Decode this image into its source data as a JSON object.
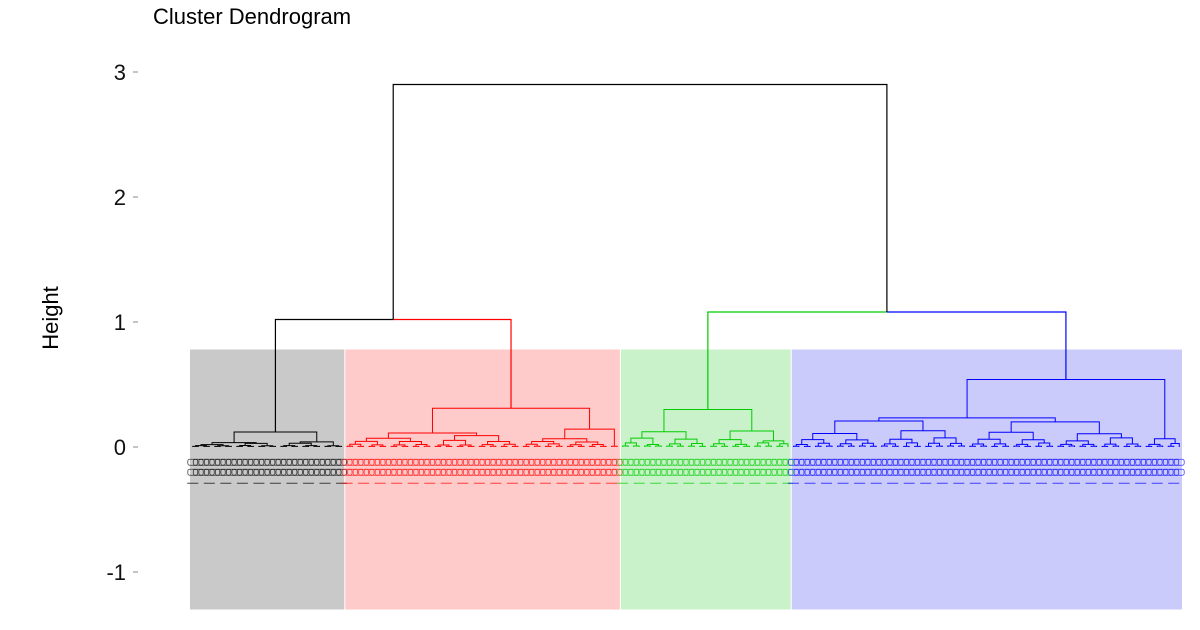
{
  "chart_data": {
    "type": "dendrogram",
    "title": "Cluster Dendrogram",
    "ylabel": "Height",
    "xlabel": "",
    "ylim": [
      -1.3,
      3.2
    ],
    "yticks": [
      3,
      2,
      1,
      0,
      -1
    ],
    "ytick_labels": [
      "3",
      "2",
      "1",
      "0",
      "-1"
    ],
    "grid": false,
    "cluster_box_height": 0.78,
    "clusters": [
      {
        "id": "c1",
        "line_color": "#000000",
        "fill_color": "#c9c9c9",
        "leaf_count": 28,
        "merge_height": 0.12
      },
      {
        "id": "c2",
        "line_color": "#ff0000",
        "fill_color": "#ffcaca",
        "leaf_count": 50,
        "merge_height": 0.31
      },
      {
        "id": "c3",
        "line_color": "#00cc00",
        "fill_color": "#caf2ca",
        "leaf_count": 31,
        "merge_height": 0.3
      },
      {
        "id": "c4",
        "line_color": "#0000ff",
        "fill_color": "#cbcbfb",
        "leaf_count": 71,
        "merge_height": 0.54
      }
    ],
    "merges": [
      {
        "name": "c1-c2",
        "left": "c1",
        "right": "c2",
        "height": 1.02,
        "color": "#000000"
      },
      {
        "name": "c3-c4",
        "left": "c3",
        "right": "c4",
        "height": 1.08,
        "color": "#000000"
      },
      {
        "name": "root",
        "left": "c1-c2",
        "right": "c3-c4",
        "height": 2.9,
        "color": "#000000"
      }
    ]
  }
}
